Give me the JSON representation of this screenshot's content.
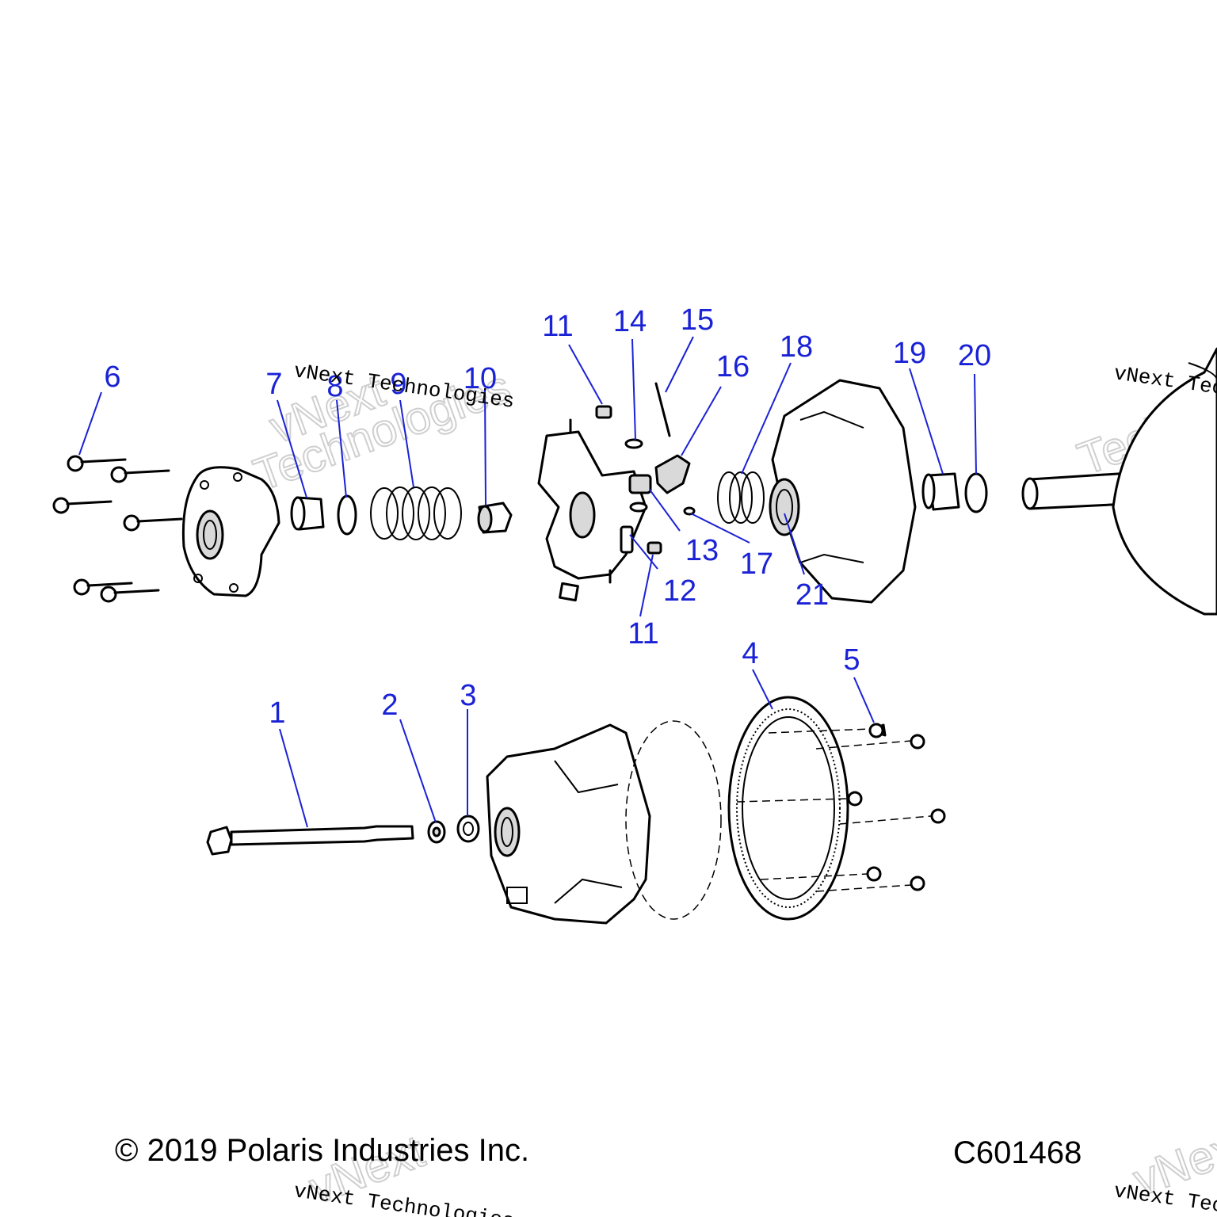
{
  "callouts": [
    "1",
    "2",
    "3",
    "4",
    "5",
    "6",
    "7",
    "8",
    "9",
    "10",
    "11",
    "11",
    "12",
    "13",
    "14",
    "15",
    "16",
    "17",
    "18",
    "19",
    "20",
    "21"
  ],
  "footer": {
    "copyright": "© 2019 Polaris Industries Inc.",
    "diagram_id": "C601468"
  },
  "watermark": {
    "brand": "vNext Technologies",
    "line1": "vNext",
    "line2": "Technologies"
  },
  "colors": {
    "callout": "#1a22d6",
    "ink": "#000000",
    "shade": "#d9d9d9"
  }
}
